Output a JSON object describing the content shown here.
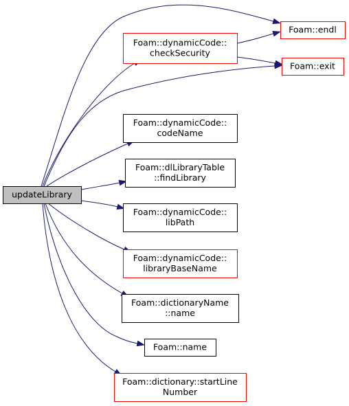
{
  "diagram": {
    "type": "call-graph",
    "colors": {
      "edge": "#191970",
      "border_default": "#000000",
      "border_red": "#ff0000",
      "root_fill": "#bfbfbf",
      "fill": "#ffffff"
    },
    "nodes": [
      {
        "id": "updateLibrary",
        "lines": [
          "updateLibrary"
        ],
        "border": "black",
        "fill": "gray",
        "role": "root"
      },
      {
        "id": "checkSecurity",
        "lines": [
          "Foam::dynamicCode::",
          "checkSecurity"
        ],
        "border": "red"
      },
      {
        "id": "endl",
        "lines": [
          "Foam::endl"
        ],
        "border": "red"
      },
      {
        "id": "exit",
        "lines": [
          "Foam::exit"
        ],
        "border": "red"
      },
      {
        "id": "codeName",
        "lines": [
          "Foam::dynamicCode::",
          "codeName"
        ],
        "border": "black"
      },
      {
        "id": "findLibrary",
        "lines": [
          "Foam::dlLibraryTable",
          "::findLibrary"
        ],
        "border": "black"
      },
      {
        "id": "libPath",
        "lines": [
          "Foam::dynamicCode::",
          "libPath"
        ],
        "border": "black"
      },
      {
        "id": "libraryBaseName",
        "lines": [
          "Foam::dynamicCode::",
          "libraryBaseName"
        ],
        "border": "red"
      },
      {
        "id": "dictionaryName_name",
        "lines": [
          "Foam::dictionaryName",
          "::name"
        ],
        "border": "black"
      },
      {
        "id": "name",
        "lines": [
          "Foam::name"
        ],
        "border": "black"
      },
      {
        "id": "startLineNumber",
        "lines": [
          "Foam::dictionary::startLine",
          "Number"
        ],
        "border": "red"
      }
    ],
    "edges": [
      {
        "from": "updateLibrary",
        "to": "endl"
      },
      {
        "from": "updateLibrary",
        "to": "checkSecurity"
      },
      {
        "from": "updateLibrary",
        "to": "exit"
      },
      {
        "from": "updateLibrary",
        "to": "codeName"
      },
      {
        "from": "updateLibrary",
        "to": "findLibrary"
      },
      {
        "from": "updateLibrary",
        "to": "libPath"
      },
      {
        "from": "updateLibrary",
        "to": "libraryBaseName"
      },
      {
        "from": "updateLibrary",
        "to": "dictionaryName_name"
      },
      {
        "from": "updateLibrary",
        "to": "name"
      },
      {
        "from": "updateLibrary",
        "to": "startLineNumber"
      },
      {
        "from": "checkSecurity",
        "to": "endl"
      },
      {
        "from": "checkSecurity",
        "to": "exit"
      }
    ]
  }
}
